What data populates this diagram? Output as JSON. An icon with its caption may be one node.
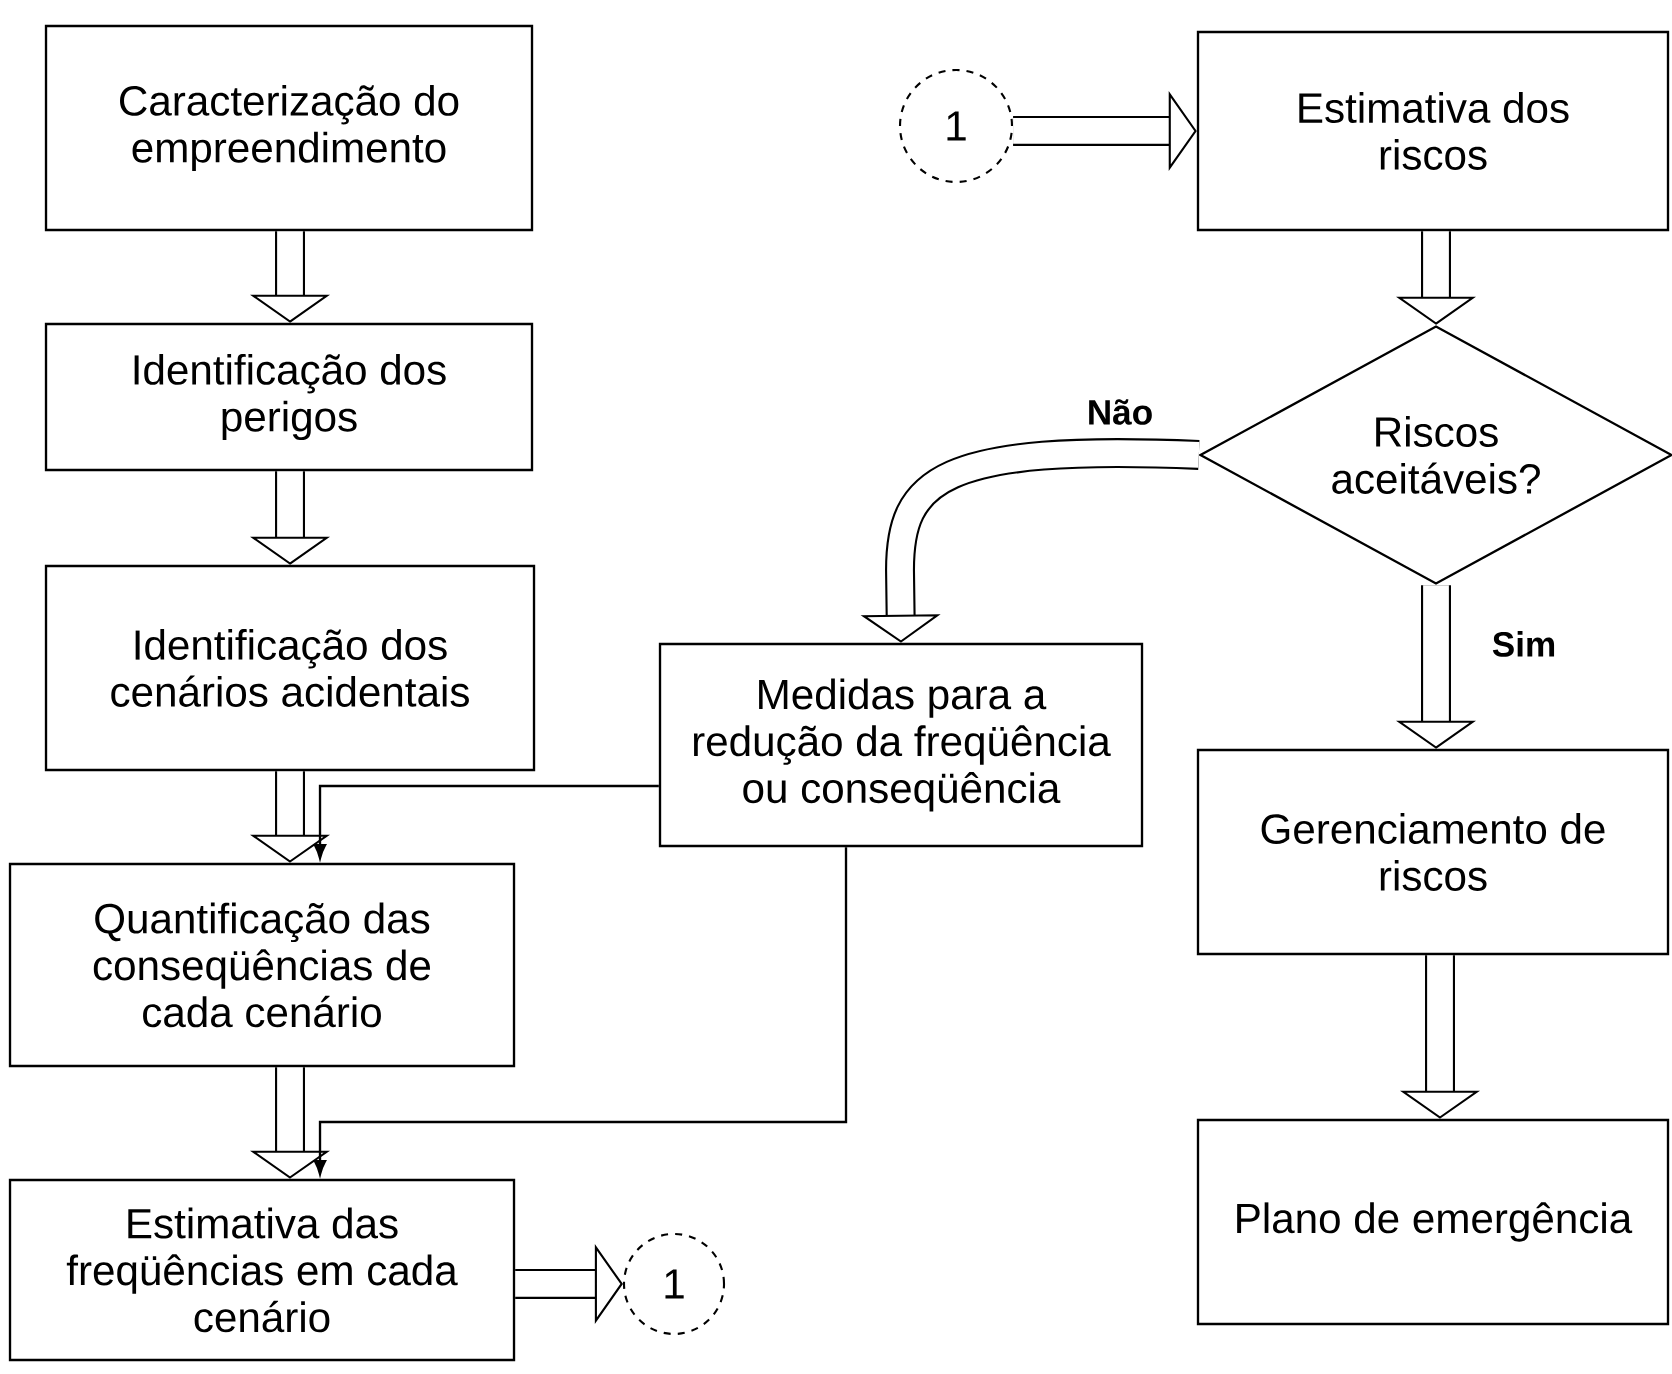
{
  "diagram": {
    "nodes": [
      {
        "text": [
          "Caracterização do empreendimento"
        ]
      },
      {
        "text": [
          "Identificação dos perigos"
        ]
      },
      {
        "text": [
          "Identificação dos cenários acidentais"
        ]
      },
      {
        "text": [
          "Quantificação das conseqüências de cada cenário"
        ]
      },
      {
        "text": [
          "Estimativa das freqüências em cada cenário"
        ]
      },
      {
        "text": [
          "1"
        ]
      },
      {
        "text": [
          "Medidas para a redução da freqüência ou conseqüência"
        ]
      },
      {
        "text": [
          "1"
        ]
      },
      {
        "text": [
          "Estimativa dos riscos"
        ]
      },
      {
        "text": [
          "Riscos aceitáveis?"
        ]
      },
      {
        "text": [
          "Gerenciamento de riscos"
        ]
      },
      {
        "text": [
          "Plano de emergência"
        ]
      }
    ],
    "edges": [
      {
        "from": 0,
        "to": 1,
        "arrow": "to"
      },
      {
        "from": 1,
        "to": 2,
        "arrow": "to"
      },
      {
        "from": 2,
        "to": 3,
        "arrow": "to"
      },
      {
        "from": 3,
        "to": 4,
        "arrow": "to"
      },
      {
        "from": 4,
        "to": 5,
        "arrow": "to"
      },
      {
        "from": 7,
        "to": 8,
        "arrow": "to"
      },
      {
        "from": 8,
        "to": 9,
        "arrow": "to"
      },
      {
        "from": 9,
        "to": 6,
        "arrow": "to",
        "label": "Não"
      },
      {
        "from": 9,
        "to": 10,
        "arrow": "to",
        "label": "Sim"
      },
      {
        "from": 10,
        "to": 11,
        "arrow": "to"
      },
      {
        "from": 6,
        "to": 3,
        "arrow": "to"
      },
      {
        "from": 6,
        "to": 4,
        "arrow": "to"
      }
    ]
  }
}
